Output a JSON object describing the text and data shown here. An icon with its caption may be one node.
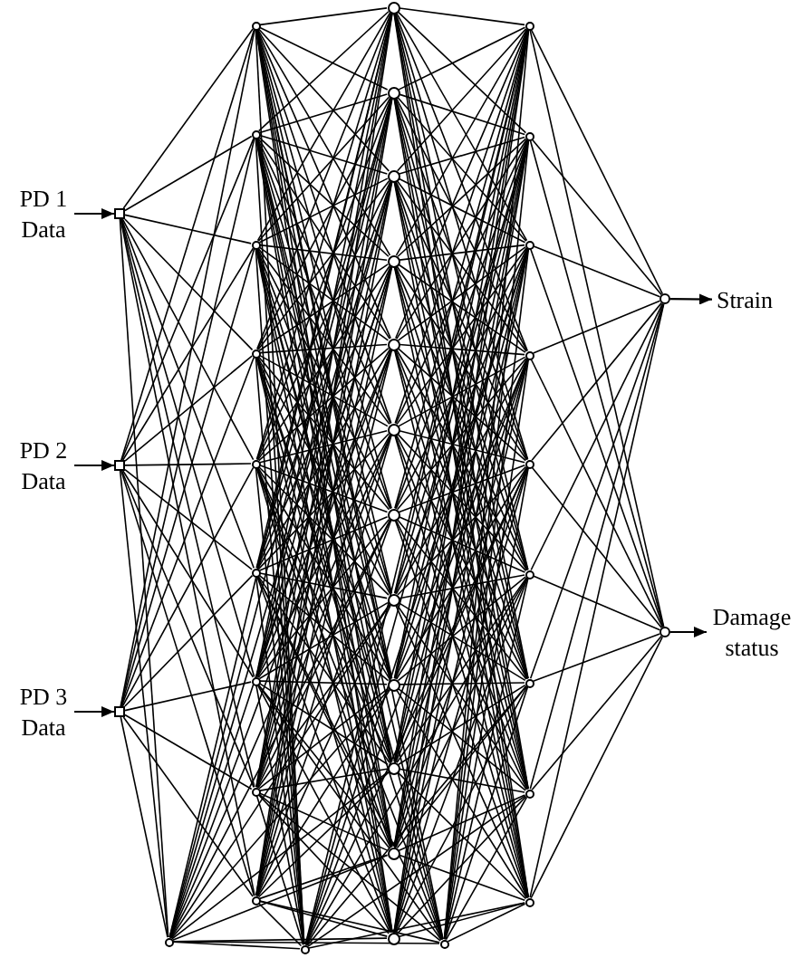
{
  "diagram": {
    "nodes": [
      {
        "text": [
          "PD 1 Data"
        ]
      },
      {
        "text": [],
        "shape": "box"
      },
      {
        "text": [
          "PD 2 Data"
        ]
      },
      {
        "text": [],
        "shape": "box"
      },
      {
        "text": [
          "PD 3 Data"
        ]
      },
      {
        "text": [],
        "shape": "box"
      },
      {
        "text": [],
        "shape": "circle"
      },
      {
        "text": [],
        "shape": "circle"
      },
      {
        "text": [],
        "shape": "circle"
      },
      {
        "text": [],
        "shape": "circle"
      },
      {
        "text": [],
        "shape": "circle"
      },
      {
        "text": [],
        "shape": "circle"
      },
      {
        "text": [],
        "shape": "circle"
      },
      {
        "text": [],
        "shape": "circle"
      },
      {
        "text": [],
        "shape": "circle"
      },
      {
        "text": [],
        "shape": "circle"
      },
      {
        "text": [],
        "shape": "circle"
      },
      {
        "text": [],
        "shape": "circle"
      },
      {
        "text": [],
        "shape": "circle"
      },
      {
        "text": [],
        "shape": "circle"
      },
      {
        "text": [],
        "shape": "circle"
      },
      {
        "text": [],
        "shape": "circle"
      },
      {
        "text": [],
        "shape": "circle"
      },
      {
        "text": [],
        "shape": "circle"
      },
      {
        "text": [],
        "shape": "circle"
      },
      {
        "text": [],
        "shape": "circle"
      },
      {
        "text": [],
        "shape": "circle"
      },
      {
        "text": [],
        "shape": "circle"
      },
      {
        "text": [],
        "shape": "circle"
      },
      {
        "text": [],
        "shape": "circle"
      },
      {
        "text": [],
        "shape": "circle"
      },
      {
        "text": [],
        "shape": "circle"
      },
      {
        "text": [],
        "shape": "circle"
      },
      {
        "text": [],
        "shape": "circle"
      },
      {
        "text": [],
        "shape": "circle"
      },
      {
        "text": [],
        "shape": "circle"
      },
      {
        "text": [],
        "shape": "circle"
      },
      {
        "text": [],
        "shape": "circle"
      },
      {
        "text": [],
        "shape": "circle"
      },
      {
        "text": [],
        "shape": "circle"
      },
      {
        "text": [
          "Strain"
        ]
      },
      {
        "text": [],
        "shape": "circle"
      },
      {
        "text": [
          "Damage status"
        ]
      }
    ],
    "edges": [
      {
        "from": 0,
        "to": 1,
        "arrow": "to"
      },
      {
        "from": 2,
        "to": 3,
        "arrow": "to"
      },
      {
        "from": 4,
        "to": 5,
        "arrow": "to"
      },
      {
        "from": 1,
        "to": 6,
        "arrow": "none"
      },
      {
        "from": 1,
        "to": 7,
        "arrow": "none"
      },
      {
        "from": 1,
        "to": 8,
        "arrow": "none"
      },
      {
        "from": 1,
        "to": 9,
        "arrow": "none"
      },
      {
        "from": 1,
        "to": 10,
        "arrow": "none"
      },
      {
        "from": 1,
        "to": 11,
        "arrow": "none"
      },
      {
        "from": 1,
        "to": 12,
        "arrow": "none"
      },
      {
        "from": 1,
        "to": 13,
        "arrow": "none"
      },
      {
        "from": 1,
        "to": 14,
        "arrow": "none"
      },
      {
        "from": 1,
        "to": 15,
        "arrow": "none"
      },
      {
        "from": 3,
        "to": 6,
        "arrow": "none"
      },
      {
        "from": 3,
        "to": 7,
        "arrow": "none"
      },
      {
        "from": 3,
        "to": 8,
        "arrow": "none"
      },
      {
        "from": 3,
        "to": 9,
        "arrow": "none"
      },
      {
        "from": 3,
        "to": 10,
        "arrow": "none"
      },
      {
        "from": 3,
        "to": 11,
        "arrow": "none"
      },
      {
        "from": 3,
        "to": 12,
        "arrow": "none"
      },
      {
        "from": 3,
        "to": 13,
        "arrow": "none"
      },
      {
        "from": 3,
        "to": 14,
        "arrow": "none"
      },
      {
        "from": 3,
        "to": 15,
        "arrow": "none"
      },
      {
        "from": 5,
        "to": 6,
        "arrow": "none"
      },
      {
        "from": 5,
        "to": 7,
        "arrow": "none"
      },
      {
        "from": 5,
        "to": 8,
        "arrow": "none"
      },
      {
        "from": 5,
        "to": 9,
        "arrow": "none"
      },
      {
        "from": 5,
        "to": 10,
        "arrow": "none"
      },
      {
        "from": 5,
        "to": 11,
        "arrow": "none"
      },
      {
        "from": 5,
        "to": 12,
        "arrow": "none"
      },
      {
        "from": 5,
        "to": 13,
        "arrow": "none"
      },
      {
        "from": 5,
        "to": 14,
        "arrow": "none"
      },
      {
        "from": 5,
        "to": 15,
        "arrow": "none"
      },
      {
        "from": 6,
        "to": 16,
        "arrow": "none"
      },
      {
        "from": 6,
        "to": 17,
        "arrow": "none"
      },
      {
        "from": 6,
        "to": 18,
        "arrow": "none"
      },
      {
        "from": 6,
        "to": 19,
        "arrow": "none"
      },
      {
        "from": 6,
        "to": 20,
        "arrow": "none"
      },
      {
        "from": 6,
        "to": 21,
        "arrow": "none"
      },
      {
        "from": 6,
        "to": 22,
        "arrow": "none"
      },
      {
        "from": 6,
        "to": 23,
        "arrow": "none"
      },
      {
        "from": 6,
        "to": 24,
        "arrow": "none"
      },
      {
        "from": 6,
        "to": 25,
        "arrow": "none"
      },
      {
        "from": 6,
        "to": 26,
        "arrow": "none"
      },
      {
        "from": 6,
        "to": 27,
        "arrow": "none"
      },
      {
        "from": 6,
        "to": 28,
        "arrow": "none"
      },
      {
        "from": 6,
        "to": 29,
        "arrow": "none"
      },
      {
        "from": 7,
        "to": 16,
        "arrow": "none"
      },
      {
        "from": 7,
        "to": 17,
        "arrow": "none"
      },
      {
        "from": 7,
        "to": 18,
        "arrow": "none"
      },
      {
        "from": 7,
        "to": 19,
        "arrow": "none"
      },
      {
        "from": 7,
        "to": 20,
        "arrow": "none"
      },
      {
        "from": 7,
        "to": 21,
        "arrow": "none"
      },
      {
        "from": 7,
        "to": 22,
        "arrow": "none"
      },
      {
        "from": 7,
        "to": 23,
        "arrow": "none"
      },
      {
        "from": 7,
        "to": 24,
        "arrow": "none"
      },
      {
        "from": 7,
        "to": 25,
        "arrow": "none"
      },
      {
        "from": 7,
        "to": 26,
        "arrow": "none"
      },
      {
        "from": 7,
        "to": 27,
        "arrow": "none"
      },
      {
        "from": 7,
        "to": 28,
        "arrow": "none"
      },
      {
        "from": 7,
        "to": 29,
        "arrow": "none"
      },
      {
        "from": 8,
        "to": 16,
        "arrow": "none"
      },
      {
        "from": 8,
        "to": 17,
        "arrow": "none"
      },
      {
        "from": 8,
        "to": 18,
        "arrow": "none"
      },
      {
        "from": 8,
        "to": 19,
        "arrow": "none"
      },
      {
        "from": 8,
        "to": 20,
        "arrow": "none"
      },
      {
        "from": 8,
        "to": 21,
        "arrow": "none"
      },
      {
        "from": 8,
        "to": 22,
        "arrow": "none"
      },
      {
        "from": 8,
        "to": 23,
        "arrow": "none"
      },
      {
        "from": 8,
        "to": 24,
        "arrow": "none"
      },
      {
        "from": 8,
        "to": 25,
        "arrow": "none"
      },
      {
        "from": 8,
        "to": 26,
        "arrow": "none"
      },
      {
        "from": 8,
        "to": 27,
        "arrow": "none"
      },
      {
        "from": 8,
        "to": 28,
        "arrow": "none"
      },
      {
        "from": 8,
        "to": 29,
        "arrow": "none"
      },
      {
        "from": 9,
        "to": 16,
        "arrow": "none"
      },
      {
        "from": 9,
        "to": 17,
        "arrow": "none"
      },
      {
        "from": 9,
        "to": 18,
        "arrow": "none"
      },
      {
        "from": 9,
        "to": 19,
        "arrow": "none"
      },
      {
        "from": 9,
        "to": 20,
        "arrow": "none"
      },
      {
        "from": 9,
        "to": 21,
        "arrow": "none"
      },
      {
        "from": 9,
        "to": 22,
        "arrow": "none"
      },
      {
        "from": 9,
        "to": 23,
        "arrow": "none"
      },
      {
        "from": 9,
        "to": 24,
        "arrow": "none"
      },
      {
        "from": 9,
        "to": 25,
        "arrow": "none"
      },
      {
        "from": 9,
        "to": 26,
        "arrow": "none"
      },
      {
        "from": 9,
        "to": 27,
        "arrow": "none"
      },
      {
        "from": 9,
        "to": 28,
        "arrow": "none"
      },
      {
        "from": 9,
        "to": 29,
        "arrow": "none"
      },
      {
        "from": 10,
        "to": 16,
        "arrow": "none"
      },
      {
        "from": 10,
        "to": 17,
        "arrow": "none"
      },
      {
        "from": 10,
        "to": 18,
        "arrow": "none"
      },
      {
        "from": 10,
        "to": 19,
        "arrow": "none"
      },
      {
        "from": 10,
        "to": 20,
        "arrow": "none"
      },
      {
        "from": 10,
        "to": 21,
        "arrow": "none"
      },
      {
        "from": 10,
        "to": 22,
        "arrow": "none"
      },
      {
        "from": 10,
        "to": 23,
        "arrow": "none"
      },
      {
        "from": 10,
        "to": 24,
        "arrow": "none"
      },
      {
        "from": 10,
        "to": 25,
        "arrow": "none"
      },
      {
        "from": 10,
        "to": 26,
        "arrow": "none"
      },
      {
        "from": 10,
        "to": 27,
        "arrow": "none"
      },
      {
        "from": 10,
        "to": 28,
        "arrow": "none"
      },
      {
        "from": 10,
        "to": 29,
        "arrow": "none"
      },
      {
        "from": 11,
        "to": 16,
        "arrow": "none"
      },
      {
        "from": 11,
        "to": 17,
        "arrow": "none"
      },
      {
        "from": 11,
        "to": 18,
        "arrow": "none"
      },
      {
        "from": 11,
        "to": 19,
        "arrow": "none"
      },
      {
        "from": 11,
        "to": 20,
        "arrow": "none"
      },
      {
        "from": 11,
        "to": 21,
        "arrow": "none"
      },
      {
        "from": 11,
        "to": 22,
        "arrow": "none"
      },
      {
        "from": 11,
        "to": 23,
        "arrow": "none"
      },
      {
        "from": 11,
        "to": 24,
        "arrow": "none"
      },
      {
        "from": 11,
        "to": 25,
        "arrow": "none"
      },
      {
        "from": 11,
        "to": 26,
        "arrow": "none"
      },
      {
        "from": 11,
        "to": 27,
        "arrow": "none"
      },
      {
        "from": 11,
        "to": 28,
        "arrow": "none"
      },
      {
        "from": 11,
        "to": 29,
        "arrow": "none"
      },
      {
        "from": 12,
        "to": 16,
        "arrow": "none"
      },
      {
        "from": 12,
        "to": 17,
        "arrow": "none"
      },
      {
        "from": 12,
        "to": 18,
        "arrow": "none"
      },
      {
        "from": 12,
        "to": 19,
        "arrow": "none"
      },
      {
        "from": 12,
        "to": 20,
        "arrow": "none"
      },
      {
        "from": 12,
        "to": 21,
        "arrow": "none"
      },
      {
        "from": 12,
        "to": 22,
        "arrow": "none"
      },
      {
        "from": 12,
        "to": 23,
        "arrow": "none"
      },
      {
        "from": 12,
        "to": 24,
        "arrow": "none"
      },
      {
        "from": 12,
        "to": 25,
        "arrow": "none"
      },
      {
        "from": 12,
        "to": 26,
        "arrow": "none"
      },
      {
        "from": 12,
        "to": 27,
        "arrow": "none"
      },
      {
        "from": 12,
        "to": 28,
        "arrow": "none"
      },
      {
        "from": 12,
        "to": 29,
        "arrow": "none"
      },
      {
        "from": 13,
        "to": 16,
        "arrow": "none"
      },
      {
        "from": 13,
        "to": 17,
        "arrow": "none"
      },
      {
        "from": 13,
        "to": 18,
        "arrow": "none"
      },
      {
        "from": 13,
        "to": 19,
        "arrow": "none"
      },
      {
        "from": 13,
        "to": 20,
        "arrow": "none"
      },
      {
        "from": 13,
        "to": 21,
        "arrow": "none"
      },
      {
        "from": 13,
        "to": 22,
        "arrow": "none"
      },
      {
        "from": 13,
        "to": 23,
        "arrow": "none"
      },
      {
        "from": 13,
        "to": 24,
        "arrow": "none"
      },
      {
        "from": 13,
        "to": 25,
        "arrow": "none"
      },
      {
        "from": 13,
        "to": 26,
        "arrow": "none"
      },
      {
        "from": 13,
        "to": 27,
        "arrow": "none"
      },
      {
        "from": 13,
        "to": 28,
        "arrow": "none"
      },
      {
        "from": 13,
        "to": 29,
        "arrow": "none"
      },
      {
        "from": 14,
        "to": 16,
        "arrow": "none"
      },
      {
        "from": 14,
        "to": 17,
        "arrow": "none"
      },
      {
        "from": 14,
        "to": 18,
        "arrow": "none"
      },
      {
        "from": 14,
        "to": 19,
        "arrow": "none"
      },
      {
        "from": 14,
        "to": 20,
        "arrow": "none"
      },
      {
        "from": 14,
        "to": 21,
        "arrow": "none"
      },
      {
        "from": 14,
        "to": 22,
        "arrow": "none"
      },
      {
        "from": 14,
        "to": 23,
        "arrow": "none"
      },
      {
        "from": 14,
        "to": 24,
        "arrow": "none"
      },
      {
        "from": 14,
        "to": 25,
        "arrow": "none"
      },
      {
        "from": 14,
        "to": 26,
        "arrow": "none"
      },
      {
        "from": 14,
        "to": 27,
        "arrow": "none"
      },
      {
        "from": 14,
        "to": 28,
        "arrow": "none"
      },
      {
        "from": 14,
        "to": 29,
        "arrow": "none"
      },
      {
        "from": 15,
        "to": 16,
        "arrow": "none"
      },
      {
        "from": 15,
        "to": 17,
        "arrow": "none"
      },
      {
        "from": 15,
        "to": 18,
        "arrow": "none"
      },
      {
        "from": 15,
        "to": 19,
        "arrow": "none"
      },
      {
        "from": 15,
        "to": 20,
        "arrow": "none"
      },
      {
        "from": 15,
        "to": 21,
        "arrow": "none"
      },
      {
        "from": 15,
        "to": 22,
        "arrow": "none"
      },
      {
        "from": 15,
        "to": 23,
        "arrow": "none"
      },
      {
        "from": 15,
        "to": 24,
        "arrow": "none"
      },
      {
        "from": 15,
        "to": 25,
        "arrow": "none"
      },
      {
        "from": 15,
        "to": 26,
        "arrow": "none"
      },
      {
        "from": 15,
        "to": 27,
        "arrow": "none"
      },
      {
        "from": 15,
        "to": 28,
        "arrow": "none"
      },
      {
        "from": 15,
        "to": 29,
        "arrow": "none"
      },
      {
        "from": 16,
        "to": 30,
        "arrow": "none"
      },
      {
        "from": 16,
        "to": 31,
        "arrow": "none"
      },
      {
        "from": 16,
        "to": 32,
        "arrow": "none"
      },
      {
        "from": 16,
        "to": 33,
        "arrow": "none"
      },
      {
        "from": 16,
        "to": 34,
        "arrow": "none"
      },
      {
        "from": 16,
        "to": 35,
        "arrow": "none"
      },
      {
        "from": 16,
        "to": 36,
        "arrow": "none"
      },
      {
        "from": 16,
        "to": 37,
        "arrow": "none"
      },
      {
        "from": 16,
        "to": 38,
        "arrow": "none"
      },
      {
        "from": 17,
        "to": 30,
        "arrow": "none"
      },
      {
        "from": 17,
        "to": 31,
        "arrow": "none"
      },
      {
        "from": 17,
        "to": 32,
        "arrow": "none"
      },
      {
        "from": 17,
        "to": 33,
        "arrow": "none"
      },
      {
        "from": 17,
        "to": 34,
        "arrow": "none"
      },
      {
        "from": 17,
        "to": 35,
        "arrow": "none"
      },
      {
        "from": 17,
        "to": 36,
        "arrow": "none"
      },
      {
        "from": 17,
        "to": 37,
        "arrow": "none"
      },
      {
        "from": 17,
        "to": 38,
        "arrow": "none"
      },
      {
        "from": 18,
        "to": 30,
        "arrow": "none"
      },
      {
        "from": 18,
        "to": 31,
        "arrow": "none"
      },
      {
        "from": 18,
        "to": 32,
        "arrow": "none"
      },
      {
        "from": 18,
        "to": 33,
        "arrow": "none"
      },
      {
        "from": 18,
        "to": 34,
        "arrow": "none"
      },
      {
        "from": 18,
        "to": 35,
        "arrow": "none"
      },
      {
        "from": 18,
        "to": 36,
        "arrow": "none"
      },
      {
        "from": 18,
        "to": 37,
        "arrow": "none"
      },
      {
        "from": 18,
        "to": 38,
        "arrow": "none"
      },
      {
        "from": 19,
        "to": 30,
        "arrow": "none"
      },
      {
        "from": 19,
        "to": 31,
        "arrow": "none"
      },
      {
        "from": 19,
        "to": 32,
        "arrow": "none"
      },
      {
        "from": 19,
        "to": 33,
        "arrow": "none"
      },
      {
        "from": 19,
        "to": 34,
        "arrow": "none"
      },
      {
        "from": 19,
        "to": 35,
        "arrow": "none"
      },
      {
        "from": 19,
        "to": 36,
        "arrow": "none"
      },
      {
        "from": 19,
        "to": 37,
        "arrow": "none"
      },
      {
        "from": 19,
        "to": 38,
        "arrow": "none"
      },
      {
        "from": 20,
        "to": 30,
        "arrow": "none"
      },
      {
        "from": 20,
        "to": 31,
        "arrow": "none"
      },
      {
        "from": 20,
        "to": 32,
        "arrow": "none"
      },
      {
        "from": 20,
        "to": 33,
        "arrow": "none"
      },
      {
        "from": 20,
        "to": 34,
        "arrow": "none"
      },
      {
        "from": 20,
        "to": 35,
        "arrow": "none"
      },
      {
        "from": 20,
        "to": 36,
        "arrow": "none"
      },
      {
        "from": 20,
        "to": 37,
        "arrow": "none"
      },
      {
        "from": 20,
        "to": 38,
        "arrow": "none"
      },
      {
        "from": 21,
        "to": 30,
        "arrow": "none"
      },
      {
        "from": 21,
        "to": 31,
        "arrow": "none"
      },
      {
        "from": 21,
        "to": 32,
        "arrow": "none"
      },
      {
        "from": 21,
        "to": 33,
        "arrow": "none"
      },
      {
        "from": 21,
        "to": 34,
        "arrow": "none"
      },
      {
        "from": 21,
        "to": 35,
        "arrow": "none"
      },
      {
        "from": 21,
        "to": 36,
        "arrow": "none"
      },
      {
        "from": 21,
        "to": 37,
        "arrow": "none"
      },
      {
        "from": 21,
        "to": 38,
        "arrow": "none"
      },
      {
        "from": 22,
        "to": 30,
        "arrow": "none"
      },
      {
        "from": 22,
        "to": 31,
        "arrow": "none"
      },
      {
        "from": 22,
        "to": 32,
        "arrow": "none"
      },
      {
        "from": 22,
        "to": 33,
        "arrow": "none"
      },
      {
        "from": 22,
        "to": 34,
        "arrow": "none"
      },
      {
        "from": 22,
        "to": 35,
        "arrow": "none"
      },
      {
        "from": 22,
        "to": 36,
        "arrow": "none"
      },
      {
        "from": 22,
        "to": 37,
        "arrow": "none"
      },
      {
        "from": 22,
        "to": 38,
        "arrow": "none"
      },
      {
        "from": 23,
        "to": 30,
        "arrow": "none"
      },
      {
        "from": 23,
        "to": 31,
        "arrow": "none"
      },
      {
        "from": 23,
        "to": 32,
        "arrow": "none"
      },
      {
        "from": 23,
        "to": 33,
        "arrow": "none"
      },
      {
        "from": 23,
        "to": 34,
        "arrow": "none"
      },
      {
        "from": 23,
        "to": 35,
        "arrow": "none"
      },
      {
        "from": 23,
        "to": 36,
        "arrow": "none"
      },
      {
        "from": 23,
        "to": 37,
        "arrow": "none"
      },
      {
        "from": 23,
        "to": 38,
        "arrow": "none"
      },
      {
        "from": 24,
        "to": 30,
        "arrow": "none"
      },
      {
        "from": 24,
        "to": 31,
        "arrow": "none"
      },
      {
        "from": 24,
        "to": 32,
        "arrow": "none"
      },
      {
        "from": 24,
        "to": 33,
        "arrow": "none"
      },
      {
        "from": 24,
        "to": 34,
        "arrow": "none"
      },
      {
        "from": 24,
        "to": 35,
        "arrow": "none"
      },
      {
        "from": 24,
        "to": 36,
        "arrow": "none"
      },
      {
        "from": 24,
        "to": 37,
        "arrow": "none"
      },
      {
        "from": 24,
        "to": 38,
        "arrow": "none"
      },
      {
        "from": 25,
        "to": 30,
        "arrow": "none"
      },
      {
        "from": 25,
        "to": 31,
        "arrow": "none"
      },
      {
        "from": 25,
        "to": 32,
        "arrow": "none"
      },
      {
        "from": 25,
        "to": 33,
        "arrow": "none"
      },
      {
        "from": 25,
        "to": 34,
        "arrow": "none"
      },
      {
        "from": 25,
        "to": 35,
        "arrow": "none"
      },
      {
        "from": 25,
        "to": 36,
        "arrow": "none"
      },
      {
        "from": 25,
        "to": 37,
        "arrow": "none"
      },
      {
        "from": 25,
        "to": 38,
        "arrow": "none"
      },
      {
        "from": 26,
        "to": 30,
        "arrow": "none"
      },
      {
        "from": 26,
        "to": 31,
        "arrow": "none"
      },
      {
        "from": 26,
        "to": 32,
        "arrow": "none"
      },
      {
        "from": 26,
        "to": 33,
        "arrow": "none"
      },
      {
        "from": 26,
        "to": 34,
        "arrow": "none"
      },
      {
        "from": 26,
        "to": 35,
        "arrow": "none"
      },
      {
        "from": 26,
        "to": 36,
        "arrow": "none"
      },
      {
        "from": 26,
        "to": 37,
        "arrow": "none"
      },
      {
        "from": 26,
        "to": 38,
        "arrow": "none"
      },
      {
        "from": 27,
        "to": 30,
        "arrow": "none"
      },
      {
        "from": 27,
        "to": 31,
        "arrow": "none"
      },
      {
        "from": 27,
        "to": 32,
        "arrow": "none"
      },
      {
        "from": 27,
        "to": 33,
        "arrow": "none"
      },
      {
        "from": 27,
        "to": 34,
        "arrow": "none"
      },
      {
        "from": 27,
        "to": 35,
        "arrow": "none"
      },
      {
        "from": 27,
        "to": 36,
        "arrow": "none"
      },
      {
        "from": 27,
        "to": 37,
        "arrow": "none"
      },
      {
        "from": 27,
        "to": 38,
        "arrow": "none"
      },
      {
        "from": 28,
        "to": 30,
        "arrow": "none"
      },
      {
        "from": 28,
        "to": 31,
        "arrow": "none"
      },
      {
        "from": 28,
        "to": 32,
        "arrow": "none"
      },
      {
        "from": 28,
        "to": 33,
        "arrow": "none"
      },
      {
        "from": 28,
        "to": 34,
        "arrow": "none"
      },
      {
        "from": 28,
        "to": 35,
        "arrow": "none"
      },
      {
        "from": 28,
        "to": 36,
        "arrow": "none"
      },
      {
        "from": 28,
        "to": 37,
        "arrow": "none"
      },
      {
        "from": 28,
        "to": 38,
        "arrow": "none"
      },
      {
        "from": 29,
        "to": 30,
        "arrow": "none"
      },
      {
        "from": 29,
        "to": 31,
        "arrow": "none"
      },
      {
        "from": 29,
        "to": 32,
        "arrow": "none"
      },
      {
        "from": 29,
        "to": 33,
        "arrow": "none"
      },
      {
        "from": 29,
        "to": 34,
        "arrow": "none"
      },
      {
        "from": 29,
        "to": 35,
        "arrow": "none"
      },
      {
        "from": 29,
        "to": 36,
        "arrow": "none"
      },
      {
        "from": 29,
        "to": 37,
        "arrow": "none"
      },
      {
        "from": 29,
        "to": 38,
        "arrow": "none"
      },
      {
        "from": 30,
        "to": 39,
        "arrow": "none"
      },
      {
        "from": 31,
        "to": 39,
        "arrow": "none"
      },
      {
        "from": 32,
        "to": 39,
        "arrow": "none"
      },
      {
        "from": 33,
        "to": 39,
        "arrow": "none"
      },
      {
        "from": 34,
        "to": 39,
        "arrow": "none"
      },
      {
        "from": 35,
        "to": 39,
        "arrow": "none"
      },
      {
        "from": 36,
        "to": 39,
        "arrow": "none"
      },
      {
        "from": 37,
        "to": 39,
        "arrow": "none"
      },
      {
        "from": 38,
        "to": 39,
        "arrow": "none"
      },
      {
        "from": 30,
        "to": 41,
        "arrow": "none"
      },
      {
        "from": 31,
        "to": 41,
        "arrow": "none"
      },
      {
        "from": 32,
        "to": 41,
        "arrow": "none"
      },
      {
        "from": 33,
        "to": 41,
        "arrow": "none"
      },
      {
        "from": 34,
        "to": 41,
        "arrow": "none"
      },
      {
        "from": 35,
        "to": 41,
        "arrow": "none"
      },
      {
        "from": 36,
        "to": 41,
        "arrow": "none"
      },
      {
        "from": 37,
        "to": 41,
        "arrow": "none"
      },
      {
        "from": 38,
        "to": 41,
        "arrow": "none"
      },
      {
        "from": 39,
        "to": 40,
        "arrow": "to"
      },
      {
        "from": 41,
        "to": 42,
        "arrow": "to"
      }
    ]
  }
}
